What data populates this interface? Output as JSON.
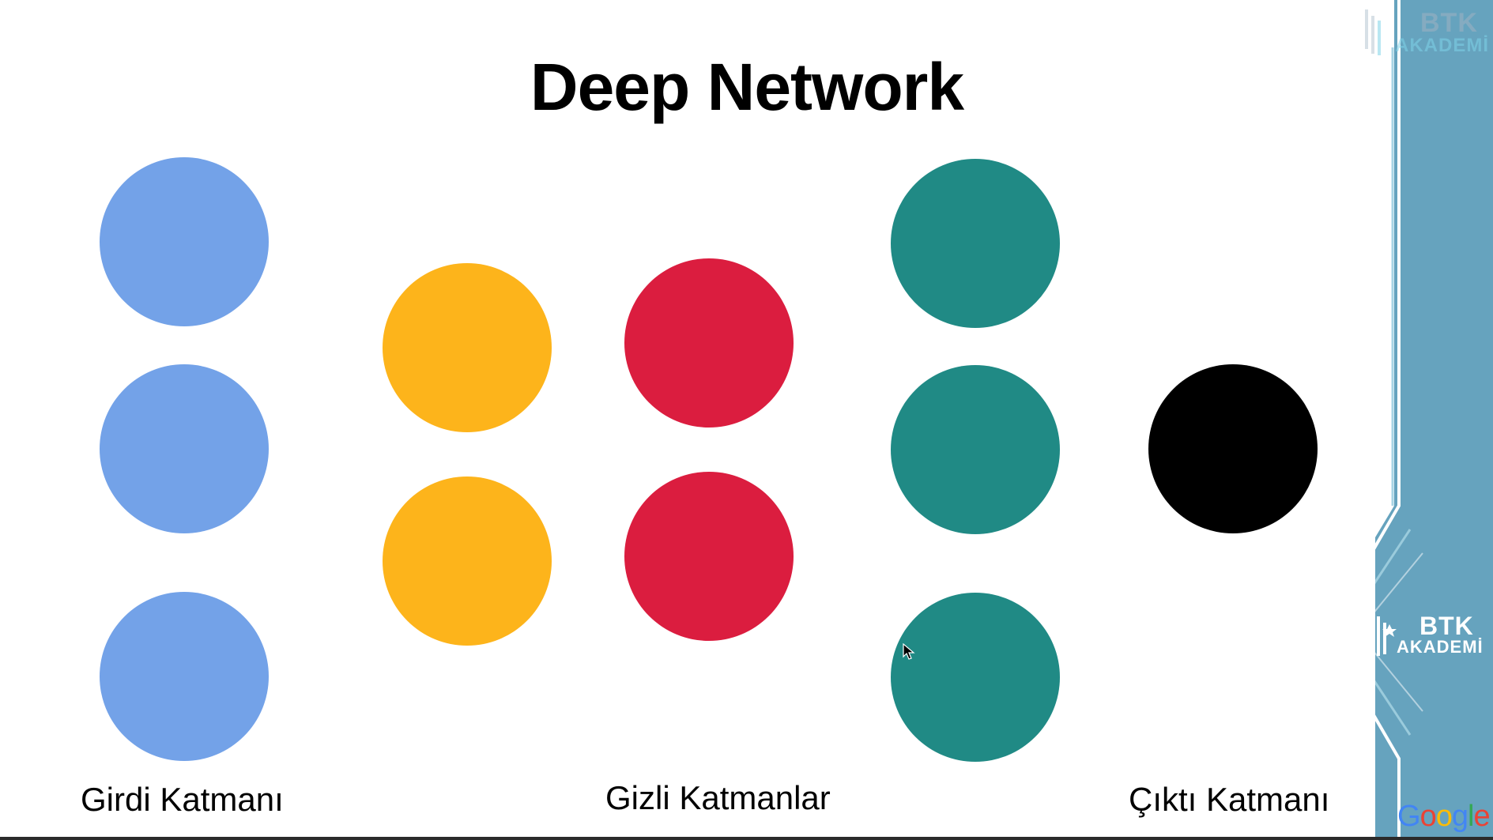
{
  "slide": {
    "title": "Deep Network"
  },
  "layers": [
    {
      "label": "Girdi Katmanı",
      "node_count": 3,
      "color": "#73A2E8"
    },
    {
      "label": "Gizli Katmanlar",
      "node_count": 2,
      "color": "#FDB41B"
    },
    {
      "label": "",
      "node_count": 2,
      "color": "#DB1D3F"
    },
    {
      "label": "",
      "node_count": 3,
      "color": "#208A85"
    },
    {
      "label": "Çıktı Katmanı",
      "node_count": 1,
      "color": "#000000"
    }
  ],
  "labels": {
    "input": "Girdi Katmanı",
    "hidden": "Gizli Katmanlar",
    "output": "Çıktı Katmanı"
  },
  "branding": {
    "logo_top_line1": "BTK",
    "logo_top_line2": "AKADEMİ",
    "logo_side_line1": "BTK",
    "logo_side_line2": "AKADEMİ",
    "google_letters": [
      {
        "ch": "G",
        "color": "#4285F4"
      },
      {
        "ch": "o",
        "color": "#EA4335"
      },
      {
        "ch": "o",
        "color": "#FBBC05"
      },
      {
        "ch": "g",
        "color": "#4285F4"
      },
      {
        "ch": "l",
        "color": "#34A853"
      },
      {
        "ch": "e",
        "color": "#EA4335"
      }
    ],
    "panel_color": "#66A3BE",
    "panel_light": "#A8D4E4"
  }
}
